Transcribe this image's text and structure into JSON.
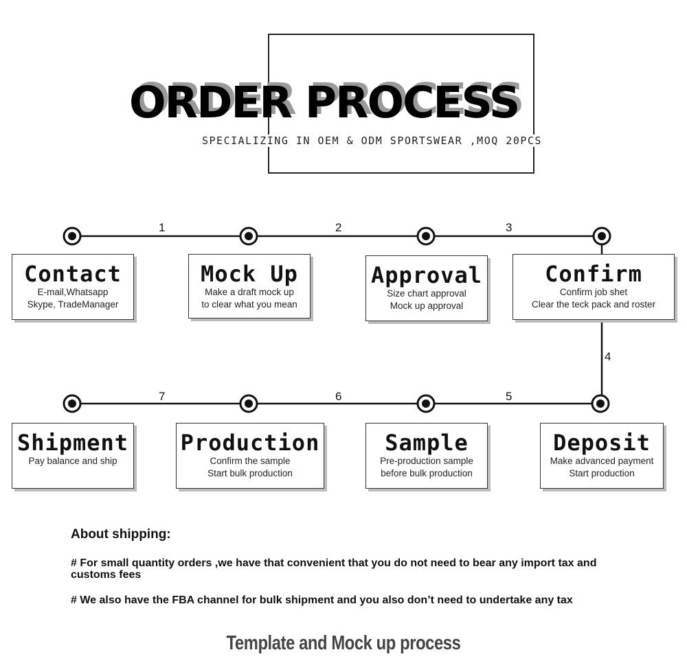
{
  "header": {
    "title": "ORDER PROCESS",
    "subtitle": "SPECIALIZING IN OEM  & ODM SPORTSWEAR ,MOQ 20PCS"
  },
  "steps": [
    {
      "title": "Contact",
      "lines": [
        "E-mail,Whatsapp",
        "Skype, TradeManager"
      ]
    },
    {
      "title": "Mock Up",
      "lines": [
        "Make a draft mock up",
        "to clear what you mean"
      ]
    },
    {
      "title": "Approval",
      "lines": [
        "Size chart approval",
        "Mock up approval"
      ]
    },
    {
      "title": "Confirm",
      "lines": [
        "Confirm job shet",
        "Clear the teck pack and roster"
      ]
    },
    {
      "title": "Deposit",
      "lines": [
        "Make advanced payment",
        "Start production"
      ]
    },
    {
      "title": "Sample",
      "lines": [
        "Pre-production sample",
        "before bulk production"
      ]
    },
    {
      "title": "Production",
      "lines": [
        "Confirm the sample",
        "Start bulk production"
      ]
    },
    {
      "title": "Shipment",
      "lines": [
        "Pay balance and ship"
      ]
    }
  ],
  "connectors": [
    "1",
    "2",
    "3",
    "4",
    "5",
    "6",
    "7"
  ],
  "shipping": {
    "heading": "About shipping:",
    "notes": [
      "# For small quantity orders ,we have that convenient that you do not  need to bear any import tax and customs fees",
      "# We also have the FBA channel for bulk shipment and you also don’t need to undertake any tax"
    ]
  },
  "footer": {
    "title": "Template and Mock up process"
  }
}
